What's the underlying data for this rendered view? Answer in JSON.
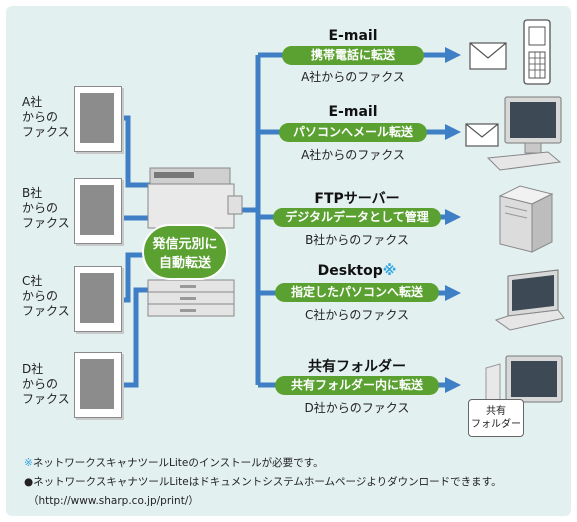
{
  "sources": [
    {
      "label": "A社\nからの\nファクス"
    },
    {
      "label": "B社\nからの\nファクス"
    },
    {
      "label": "C社\nからの\nファクス"
    },
    {
      "label": "D社\nからの\nファクス"
    }
  ],
  "center": {
    "label_line1": "発信元別に",
    "label_line2": "自動転送"
  },
  "destinations": [
    {
      "title": "E-mail",
      "action": "携帯電話に転送",
      "source": "A社からのファクス",
      "icon": "mobile-phone-icon"
    },
    {
      "title": "E-mail",
      "action": "パソコンへメール転送",
      "source": "A社からのファクス",
      "icon": "desktop-pc-icon"
    },
    {
      "title": "FTPサーバー",
      "action": "デジタルデータとして管理",
      "source": "B社からのファクス",
      "icon": "server-icon"
    },
    {
      "title": "Desktop",
      "title_mark": "※",
      "action": "指定したパソコンへ転送",
      "source": "C社からのファクス",
      "icon": "laptop-icon"
    },
    {
      "title": "共有フォルダー",
      "action": "共有フォルダー内に転送",
      "source": "D社からのファクス",
      "icon": "shared-folder-pc-icon"
    }
  ],
  "folder_tag": {
    "line1": "共有",
    "line2": "フォルダー"
  },
  "notes": {
    "note1_mark": "※",
    "note1": "ネットワークスキャナツールLiteのインストールが必要です。",
    "note2": "●ネットワークスキャナツールLiteはドキュメントシステムホームページよりダウンロードできます。",
    "note3": "（http://www.sharp.co.jp/print/）"
  },
  "colors": {
    "line": "#3f7fc6",
    "pill": "#5aa131",
    "panel": "#e3f0f0",
    "mark": "#33a6e0"
  }
}
